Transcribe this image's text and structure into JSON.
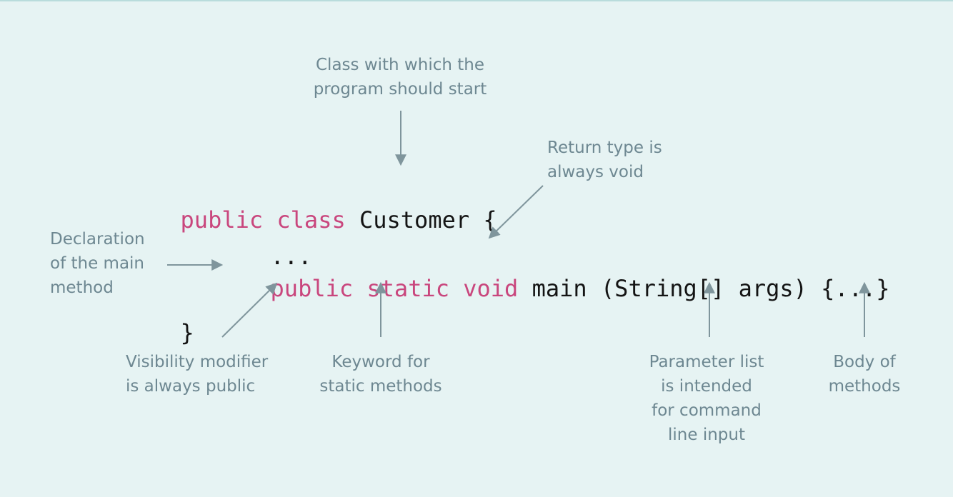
{
  "code": {
    "line1": {
      "kw_public": "public",
      "kw_class": "class",
      "class_name": "Customer",
      "open_brace": "{"
    },
    "ellipsis": "...",
    "line2": {
      "kw_public": "public",
      "kw_static": "static",
      "kw_void": "void",
      "method_sig": "main (String[] args) {...}"
    },
    "close_brace": "}"
  },
  "annotations": {
    "class_start": "Class with which the\nprogram should start",
    "return_type": "Return type is\nalways void",
    "declaration": "Declaration\nof the main\nmethod",
    "visibility": "Visibility modifier\nis always public",
    "keyword_static": "Keyword for\nstatic methods",
    "parameter_list": "Parameter list\nis intended\nfor command\nline input",
    "body": "Body of\nmethods"
  },
  "colors": {
    "background": "#e6f3f3",
    "keyword": "#c9467d",
    "code_text": "#141414",
    "annotation_text": "#6d8791",
    "arrow": "#7f959c"
  }
}
